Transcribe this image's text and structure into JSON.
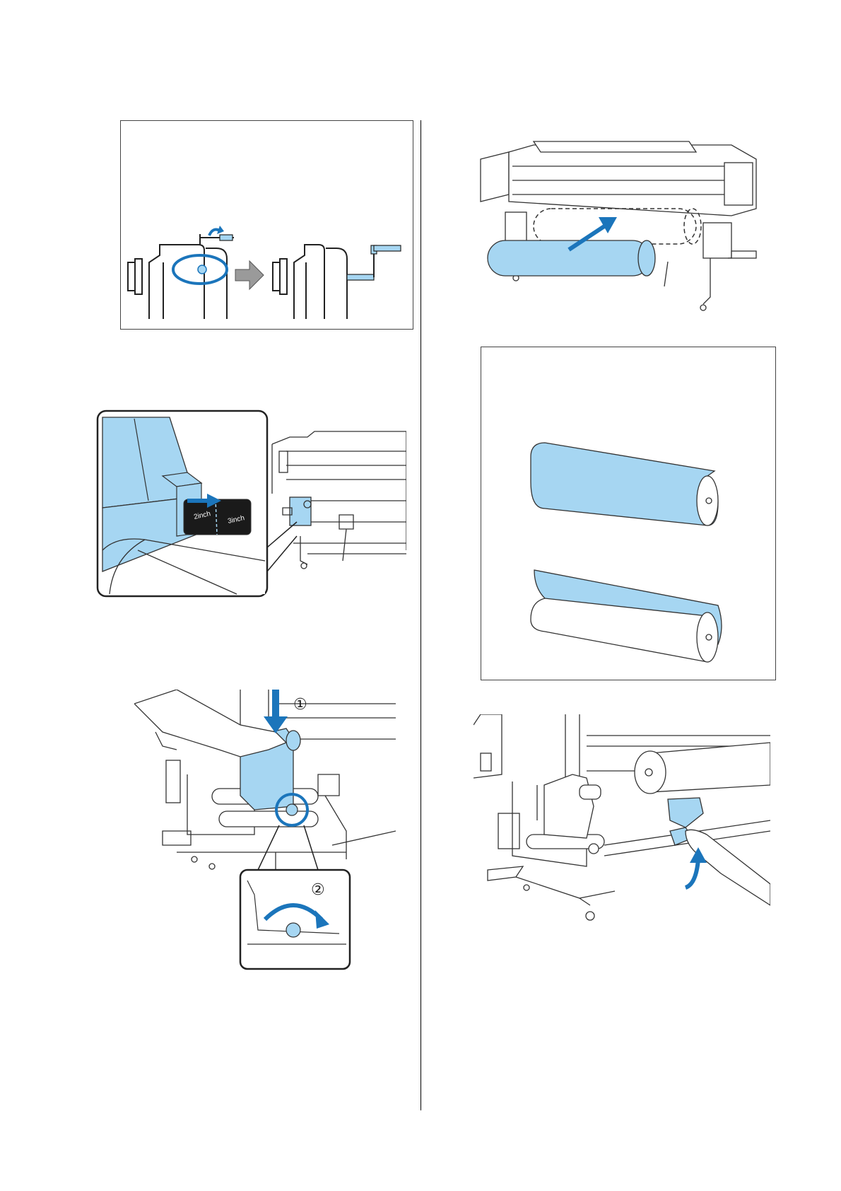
{
  "page": {
    "figure_labels": {
      "tape_2inch": "2inch",
      "tape_3inch": "3inch",
      "step_1": "①",
      "step_2": "②"
    },
    "colors": {
      "accent_blue": "#a6d6f2",
      "arrow_blue": "#1b75bb",
      "line": "#222222",
      "gray_arrow": "#9a9a9a"
    }
  }
}
